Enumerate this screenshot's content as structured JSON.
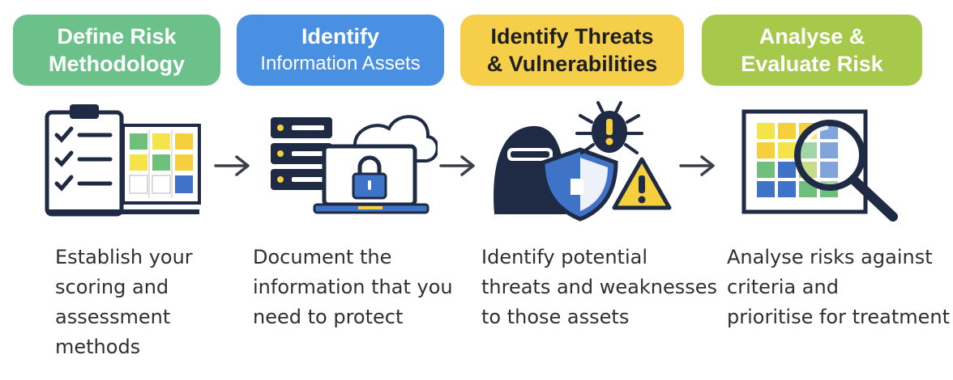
{
  "steps": [
    {
      "title_line1": "Define Risk",
      "title_line2": "Methodology",
      "color": "#6cc18b",
      "icon": "checklist-scoring-grid-icon",
      "desc": [
        "Establish your",
        "scoring and",
        "assessment",
        "methods"
      ]
    },
    {
      "title_line1": "Identify",
      "title_line2": "Information Assets",
      "color": "#4a90e2",
      "icon": "server-cloud-laptop-lock-icon",
      "desc": [
        "Document the",
        "information that you",
        "need to protect"
      ]
    },
    {
      "title_line1": "Identify Threats",
      "title_line2": "& Vulnerabilities",
      "color": "#f6cf4a",
      "icon": "hacker-bug-shield-warning-icon",
      "desc": [
        "Identify potential",
        "threats and weaknesses",
        "to those assets"
      ]
    },
    {
      "title_line1": "Analyse &",
      "title_line2": "Evaluate Risk",
      "color": "#a6c94b",
      "icon": "heatmap-magnifier-icon",
      "desc": [
        "Analyse risks against",
        "criteria and",
        "prioritise for treatment"
      ]
    }
  ],
  "arrow_icon": "right-arrow-icon",
  "colors": {
    "navy": "#1f2a44",
    "blue": "#3e73c8",
    "yellow": "#f5cf3c",
    "green": "#6fbf7c",
    "lime": "#a6c94b"
  }
}
